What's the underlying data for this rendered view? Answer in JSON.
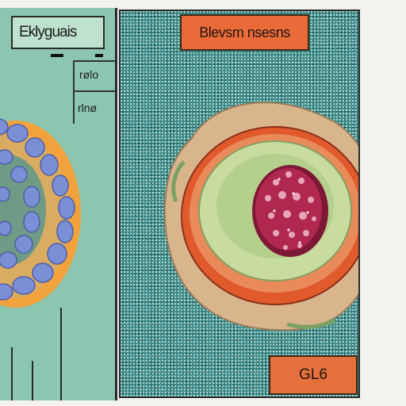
{
  "left_panel": {
    "title": "Eklyguais",
    "label_top": "rølo",
    "label_bottom": "rlnø"
  },
  "right_panel": {
    "title": "Blevsm nsesns",
    "code": "GL6"
  },
  "colors": {
    "left_bg": "#8cc6b0",
    "right_bg": "#3e8a88",
    "accent_orange": "#ea6b3a",
    "cell_blue": "#7a8fd6",
    "core_red": "#b0284e"
  }
}
